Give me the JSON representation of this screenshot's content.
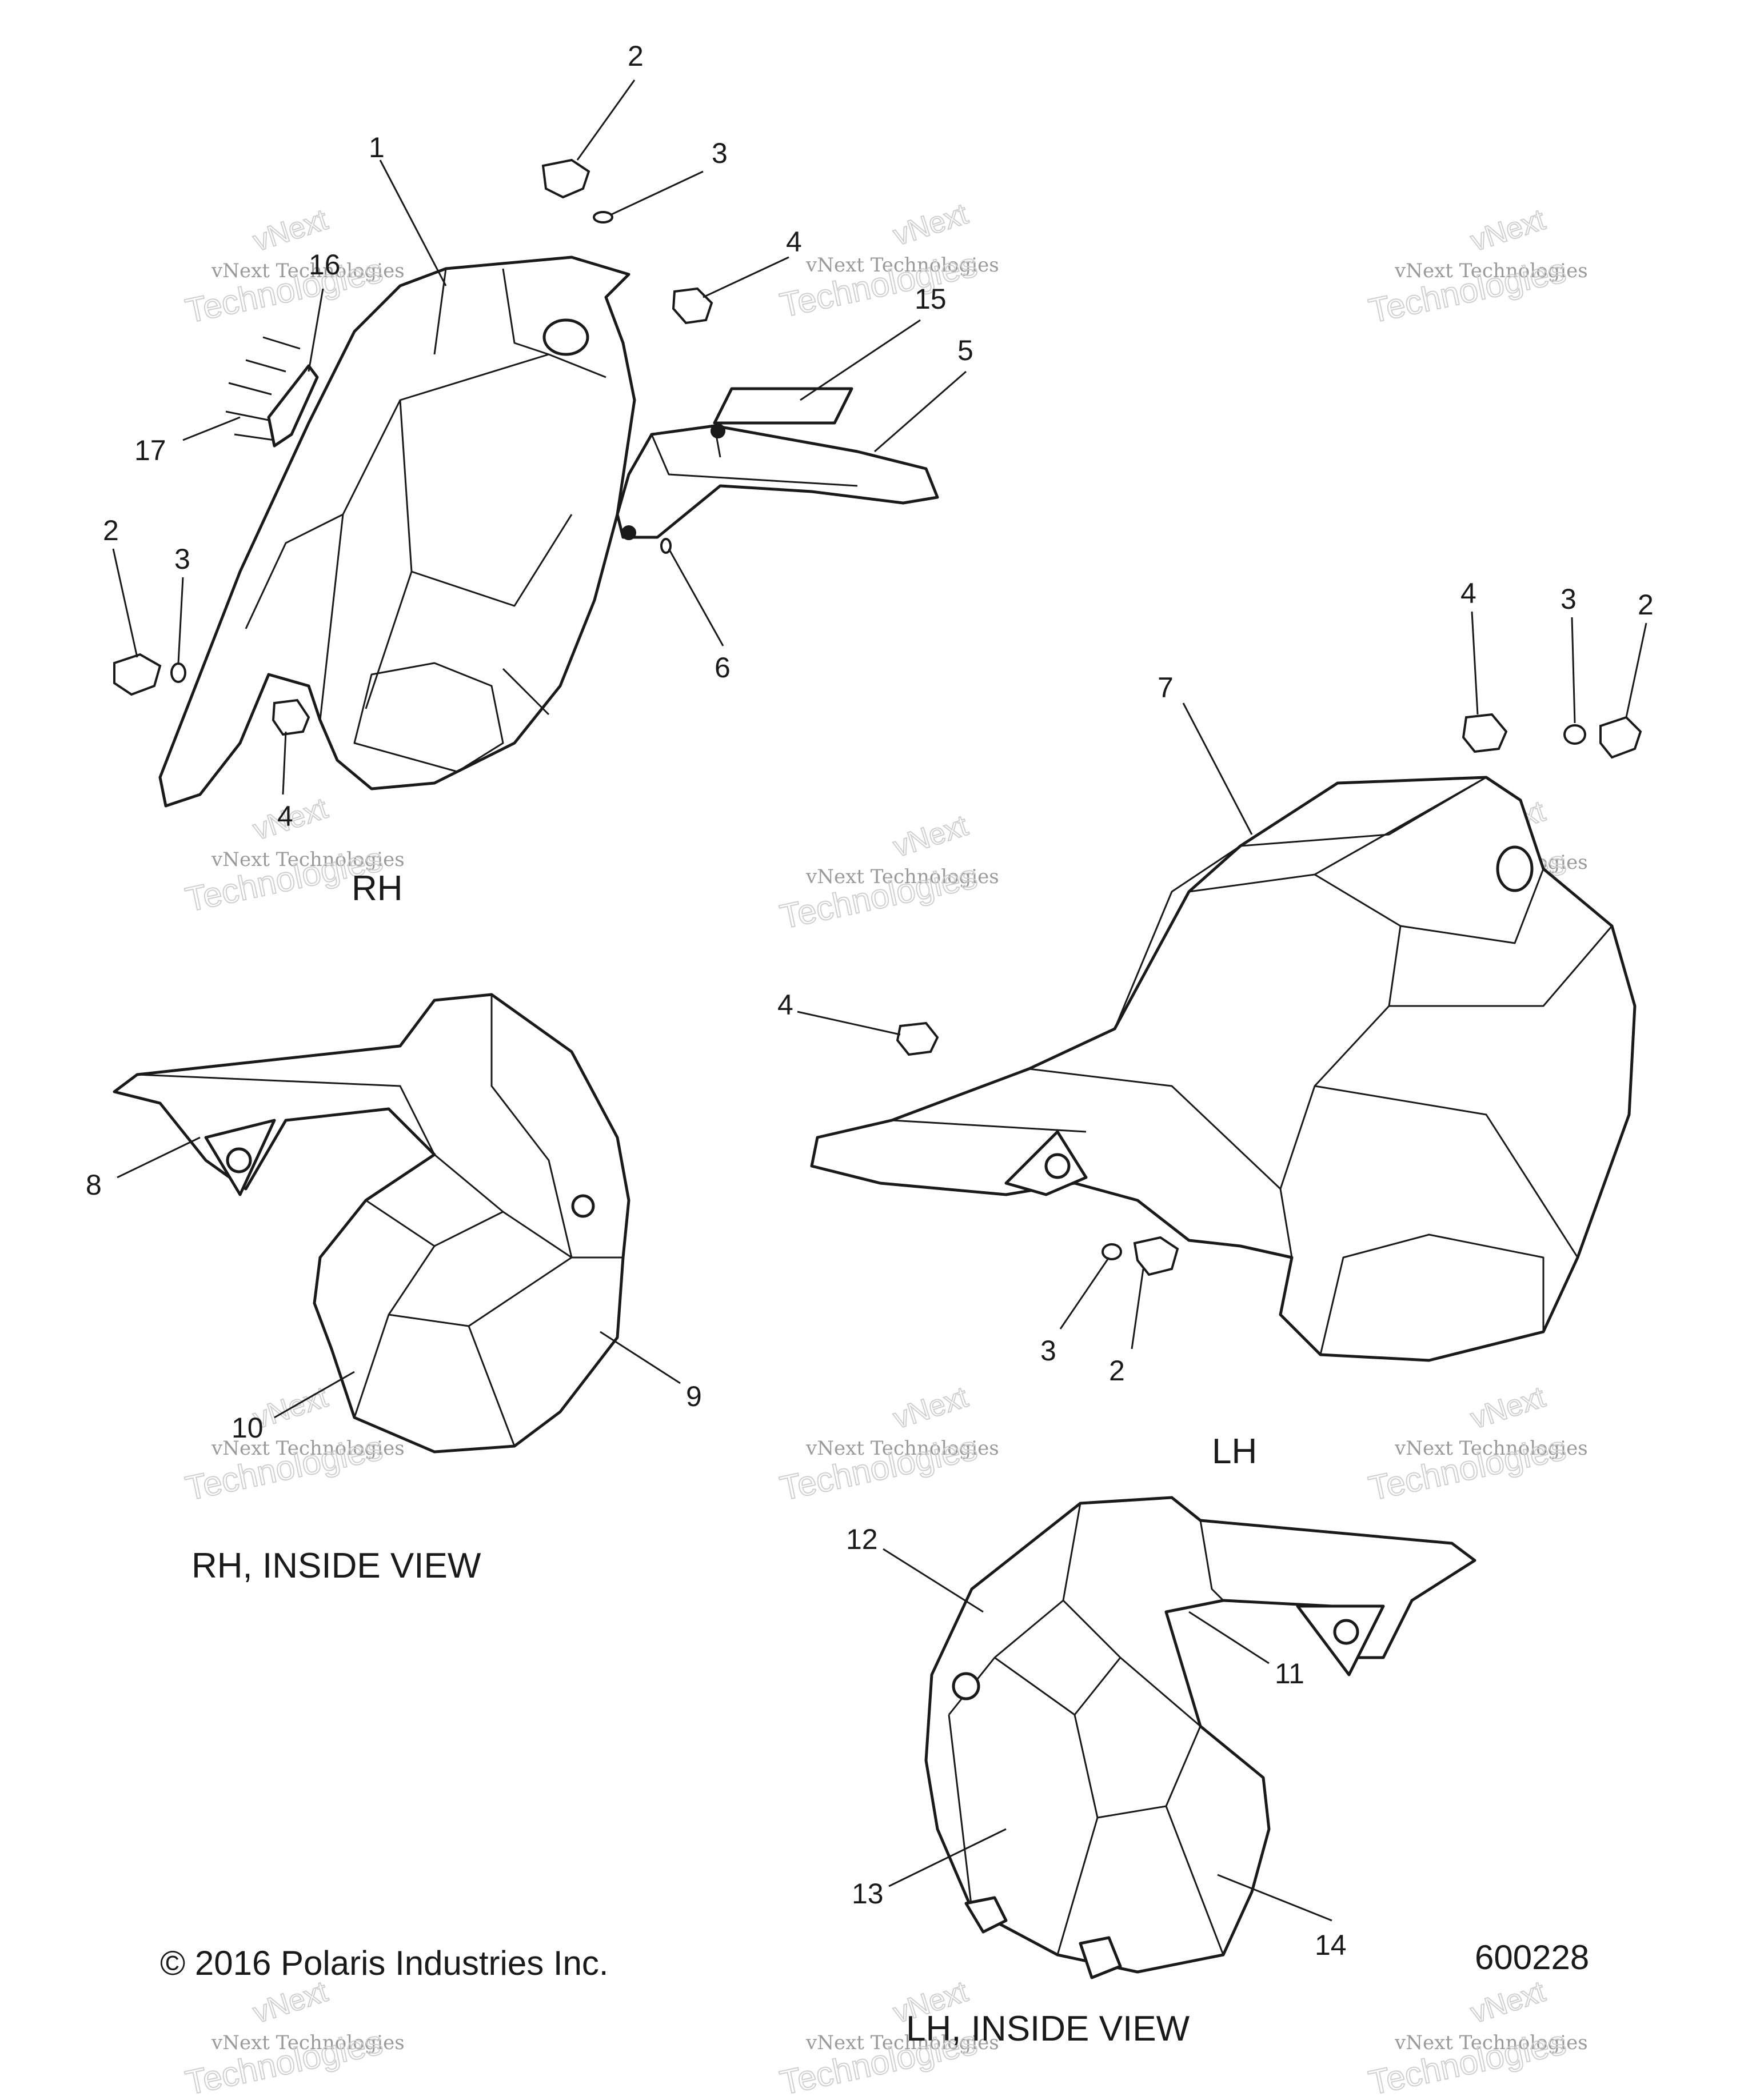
{
  "callouts": {
    "c1": "1",
    "c2a": "2",
    "c3a": "3",
    "c4a": "4",
    "c15": "15",
    "c5": "5",
    "c16": "16",
    "c17": "17",
    "c2b": "2",
    "c3b": "3",
    "c6": "6",
    "c4b": "4",
    "c4c": "4",
    "c3c": "3",
    "c2c": "2",
    "c7": "7",
    "c4d": "4",
    "c8": "8",
    "c3d": "3",
    "c2d": "2",
    "c9": "9",
    "c10": "10",
    "c12": "12",
    "c11": "11",
    "c13": "13",
    "c14": "14"
  },
  "views": {
    "rh": "RH",
    "lh": "LH",
    "rh_inside": "RH, INSIDE VIEW",
    "lh_inside": "LH, INSIDE VIEW"
  },
  "footer": {
    "copyright": "© 2016 Polaris Industries Inc.",
    "figure_number": "600228"
  },
  "watermark": {
    "line1": "vNext Technologies",
    "line2": "Technologies",
    "line0": "vNext"
  }
}
